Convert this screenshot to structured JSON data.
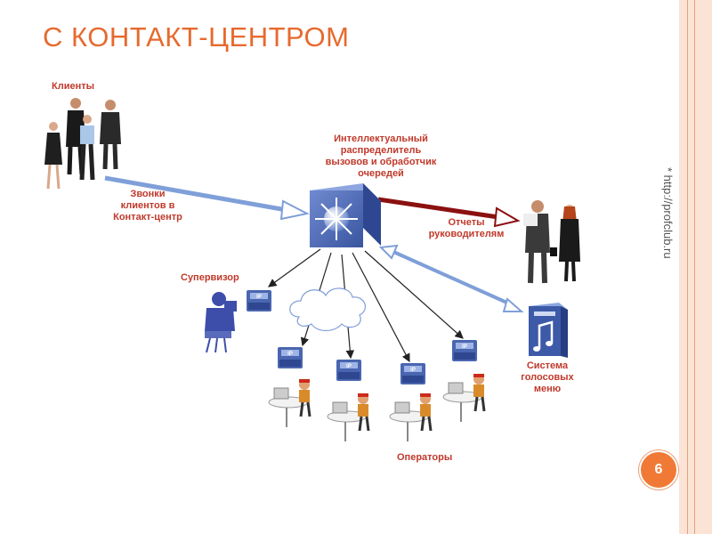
{
  "slide": {
    "title": "С КОНТАКТ-ЦЕНТРОМ",
    "side_note": "* http://profclub.ru",
    "page_number": "6"
  },
  "labels": {
    "clients": "Клиенты",
    "calls": "Звонки\nклиентов в\nКонтакт-центр",
    "distributor": "Интеллектуальный\nраспределитель\nвызовов и обработчик\nочередей",
    "reports": "Отчеты\nруководителям",
    "supervisor": "Супервизор",
    "ivr": "Система\nголосовых\nменю",
    "operators": "Операторы"
  },
  "icons": {
    "phone_badge": "IP"
  },
  "colors": {
    "title": "#e66a2e",
    "label": "#c0392b",
    "arrow_blue": "#7f9fd8",
    "arrow_red": "#8b1010",
    "switch_blue": "#4a66b0",
    "accent": "#f07a35"
  }
}
